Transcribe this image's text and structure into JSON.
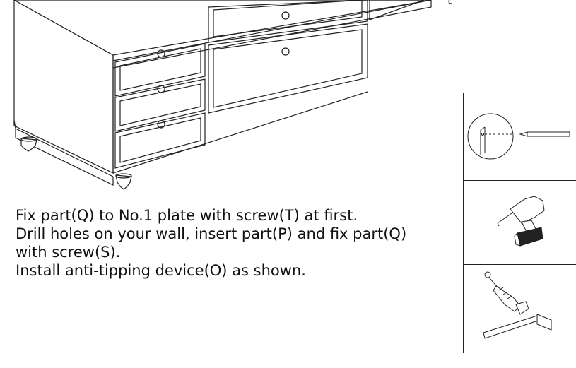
{
  "instructions": {
    "lines": [
      "Fix part(Q) to No.1 plate with screw(T) at first.",
      "Drill holes on your wall, insert part(P) and fix part(Q)",
      "with screw(S).",
      "Install anti-tipping device(O) as shown."
    ]
  },
  "tools": {
    "icons": [
      "detail-magnifier-icon",
      "cordless-drill-icon",
      "wall-anchor-and-hammer-icon"
    ]
  },
  "colors": {
    "line": "#222222",
    "background": "#ffffff"
  }
}
